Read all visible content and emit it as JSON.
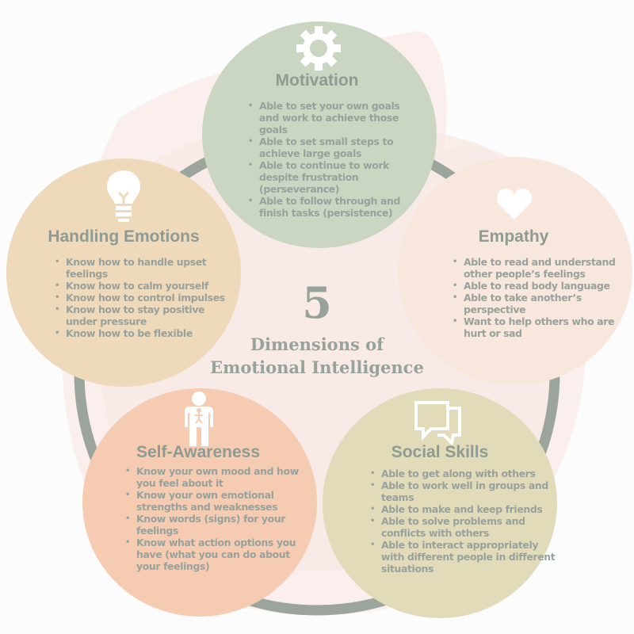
{
  "center": {
    "number": "5",
    "line1": "Dimensions of",
    "line2": "Emotional Intelligence"
  },
  "colors": {
    "ring": "#9ba59c",
    "text": "#8f9a92",
    "motivation": "#cad6c2",
    "handling_emotions": "#efd9bb",
    "empathy": "#f8e7dc",
    "self_awareness": "#f5ccb2",
    "social_skills": "#e2dbba",
    "blob": "#f9ebe8"
  },
  "dimensions": {
    "motivation": {
      "icon": "gear-icon",
      "title": "Motivation",
      "items": [
        "Able to set your own goals and work to achieve those goals",
        "Able to set small steps to achieve large goals",
        "Able to continue to work despite frustration (perseverance)",
        "Able to follow through and finish tasks (persistence)"
      ]
    },
    "handling_emotions": {
      "icon": "lightbulb-icon",
      "title": "Handling Emotions",
      "items": [
        "Know how to handle upset feelings",
        "Know how to calm yourself",
        "Know how to control impulses",
        "Know how to stay positive under pressure",
        "Know how to be flexible"
      ]
    },
    "empathy": {
      "icon": "heart-icon",
      "title": "Empathy",
      "items": [
        "Able to read and understand other people’s feelings",
        "Able to read body language",
        "Able to take another’s perspective",
        "Want to help others who are hurt or sad"
      ]
    },
    "self_awareness": {
      "icon": "person-icon",
      "title": "Self-Awareness",
      "items": [
        "Know your own mood and how you feel about it",
        "Know your own emotional strengths and weaknesses",
        "Know words (signs) for your feelings",
        "Know what action options you have (what you can do about your feelings)"
      ]
    },
    "social_skills": {
      "icon": "speech-bubbles-icon",
      "title": "Social Skills",
      "items": [
        "Able to get along with others",
        "Able to work well in groups and teams",
        "Able to make and keep friends",
        "Able to solve problems and conflicts with others",
        "Able to interact appropriately with different people in different situations"
      ]
    }
  }
}
